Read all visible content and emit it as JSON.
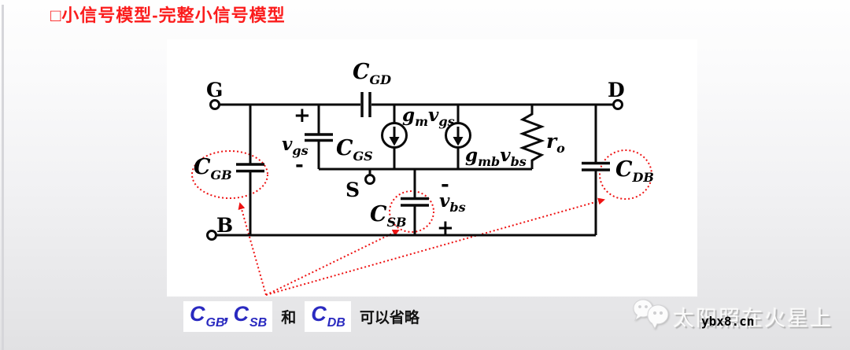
{
  "title": "□小信号模型-完整小信号模型",
  "colors": {
    "title_red": "#fb1c1c",
    "annotation_red": "#ee1212",
    "caption_blue": "#2a2ac0",
    "ink": "#0a0a0a",
    "panel_bg": "#ffffff"
  },
  "circuit": {
    "terminals": {
      "gate": "G",
      "drain": "D",
      "source": "S",
      "body": "B"
    },
    "capacitors": {
      "cgd": {
        "m": "C",
        "s": "GD"
      },
      "cgs": {
        "m": "C",
        "s": "GS"
      },
      "cgb": {
        "m": "C",
        "s": "GB"
      },
      "csb": {
        "m": "C",
        "s": "SB"
      },
      "cdb": {
        "m": "C",
        "s": "DB"
      }
    },
    "sources": {
      "gm": {
        "p1": "g",
        "s1": "m",
        "p2": "v",
        "s2": "gs"
      },
      "gmb": {
        "p1": "g",
        "s1": "mb",
        "p2": "v",
        "s2": "bs"
      }
    },
    "resistor": {
      "m": "r",
      "s": "o"
    },
    "voltages": {
      "vgs": {
        "m": "v",
        "s": "gs",
        "plus": "+",
        "minus": "-"
      },
      "vbs": {
        "m": "v",
        "s": "bs",
        "plus": "+",
        "minus": "-"
      }
    }
  },
  "caption": {
    "part1_main": "C",
    "part1_sub": "GB",
    "comma": ",",
    "part2_main": "C",
    "part2_sub": "SB",
    "and_text": "和",
    "part3_main": "C",
    "part3_sub": "DB",
    "suffix": "可以省略"
  },
  "watermark": {
    "icon": "wechat-icon",
    "name": "太阳照在火星上",
    "site": "ybx8.cn"
  }
}
